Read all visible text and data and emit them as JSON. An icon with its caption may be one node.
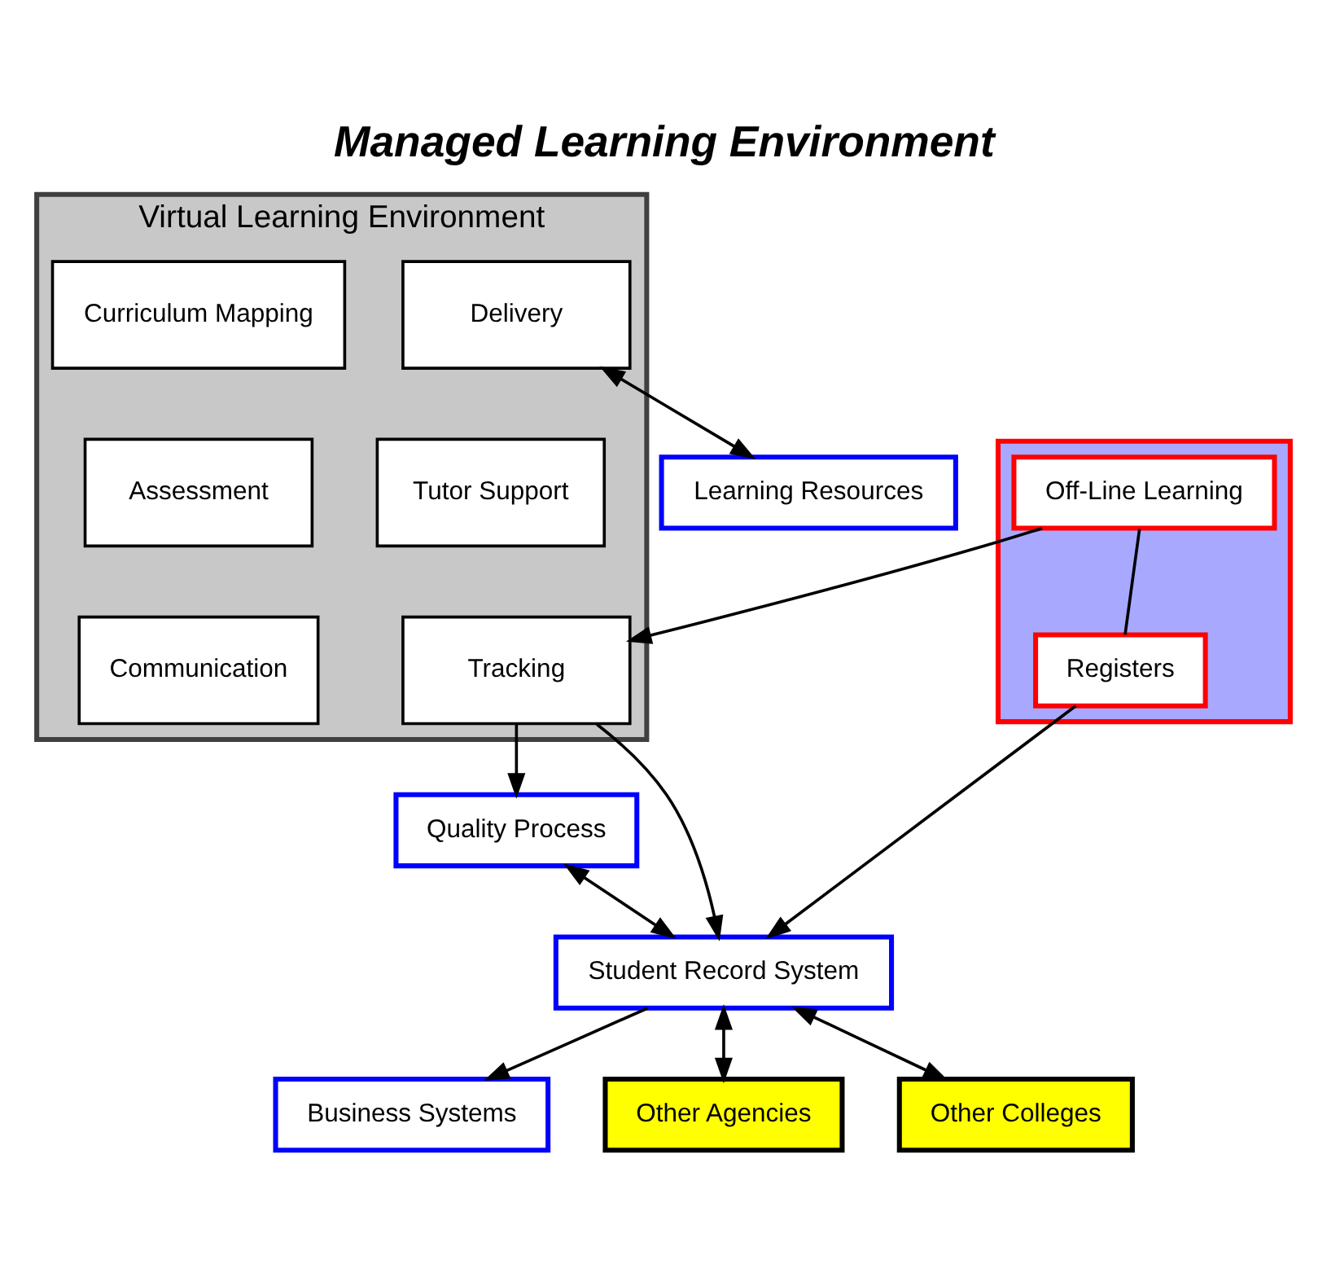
{
  "diagram": {
    "title": "Managed Learning Environment",
    "nodes": [
      {
        "text": [
          "Virtual Learning Environment"
        ]
      },
      {
        "text": [
          "Curriculum Mapping"
        ],
        "in": 0
      },
      {
        "text": [
          "Delivery"
        ],
        "in": 0
      },
      {
        "text": [
          "Assessment"
        ],
        "in": 0
      },
      {
        "text": [
          "Tutor Support"
        ],
        "in": 0
      },
      {
        "text": [
          "Communication"
        ],
        "in": 0
      },
      {
        "text": [
          "Tracking"
        ],
        "in": 0
      },
      {
        "text": [
          "Learning Resources"
        ]
      },
      {
        "text": [
          "Quality Process"
        ]
      },
      {
        "text": [],
        "shape": "box"
      },
      {
        "text": [
          "Off-Line Learning"
        ],
        "in": 9
      },
      {
        "text": [
          "Registers"
        ],
        "in": 9
      },
      {
        "text": [
          "Student Record System"
        ]
      },
      {
        "text": [
          "Business Systems"
        ]
      },
      {
        "text": [
          "Other Agencies"
        ]
      },
      {
        "text": [
          "Other Colleges"
        ]
      }
    ],
    "edges": [
      {
        "from": 2,
        "to": 7,
        "arrow": "both"
      },
      {
        "from": 10,
        "to": 6,
        "arrow": "to"
      },
      {
        "from": 10,
        "to": 11,
        "arrow": "none"
      },
      {
        "from": 11,
        "to": 12,
        "arrow": "to"
      },
      {
        "from": 6,
        "to": 12,
        "arrow": "to"
      },
      {
        "from": 6,
        "to": 8,
        "arrow": "to"
      },
      {
        "from": 8,
        "to": 12,
        "arrow": "both"
      },
      {
        "from": 12,
        "to": 13,
        "arrow": "to"
      },
      {
        "from": 12,
        "to": 14,
        "arrow": "both"
      },
      {
        "from": 12,
        "to": 15,
        "arrow": "both"
      }
    ]
  }
}
